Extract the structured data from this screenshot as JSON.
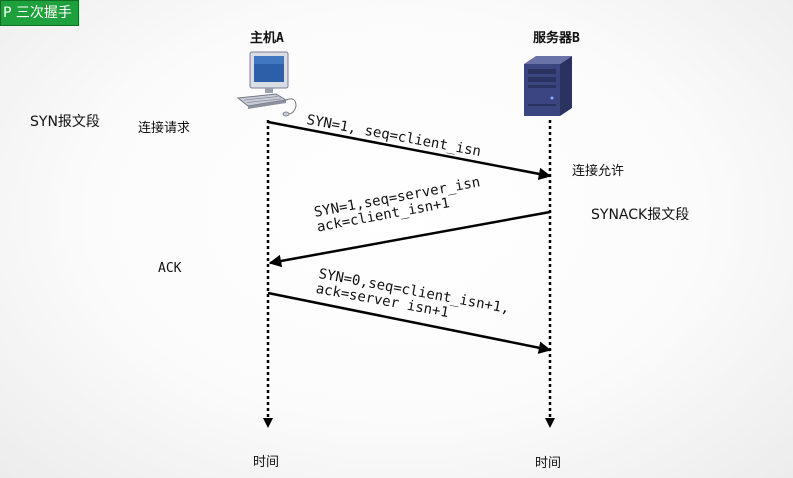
{
  "header": {
    "title": "P 三次握手"
  },
  "nodes": {
    "host": {
      "name": "主机A",
      "time_label": "时间"
    },
    "server": {
      "name": "服务器B",
      "time_label": "时间"
    }
  },
  "side_labels": {
    "syn_segment": "SYN报文段",
    "connect_request": "连接请求",
    "connect_allow": "连接允许",
    "synack_segment": "SYNACK报文段",
    "ack": "ACK"
  },
  "messages": [
    {
      "lines": [
        "SYN=1, seq=client_isn"
      ],
      "direction": "A->B"
    },
    {
      "lines": [
        "SYN=1,seq=server_isn",
        "ack=client_isn+1"
      ],
      "direction": "B->A"
    },
    {
      "lines": [
        "SYN=0,seq=client_isn+1,",
        "ack=server isn+1"
      ],
      "direction": "A->B"
    }
  ],
  "colors": {
    "title_bg": "#1ea03c",
    "arrow": "#000000",
    "server_body": "#3b4680"
  },
  "icons": {
    "host": "desktop-computer-icon",
    "server": "server-tower-icon"
  }
}
